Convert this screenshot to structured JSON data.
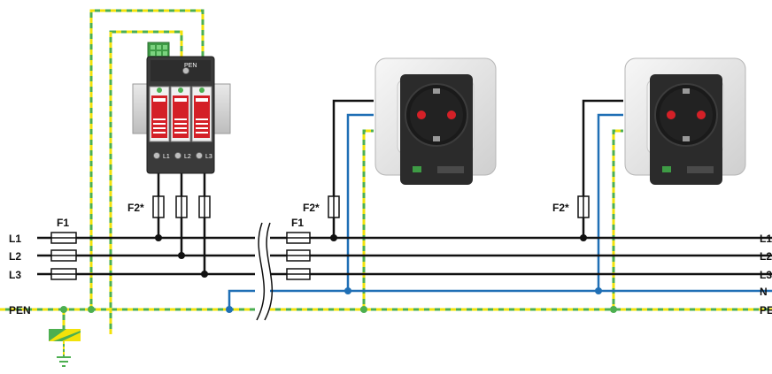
{
  "labels": {
    "left": {
      "l1": "L1",
      "l2": "L2",
      "l3": "L3",
      "pen": "PEN"
    },
    "right": {
      "l1": "L1",
      "l2": "L2",
      "l3": "L3",
      "n": "N",
      "pe": "PE"
    },
    "fuse_main_left": "F1",
    "fuse_main_mid": "F1",
    "fuse_spd": "F2*",
    "fuse_outlet_1": "F2*",
    "fuse_outlet_2": "F2*",
    "spd_top": "PEN",
    "spd_pole_1": "L1",
    "spd_pole_2": "L2",
    "spd_pole_3": "L3"
  },
  "colors": {
    "phase": "#111111",
    "neutral": "#1f6fb5",
    "pe_green": "#4caf50",
    "pe_yellow": "#f2e20a",
    "spd_red": "#d42027",
    "spd_body": "#3a3a3a",
    "socket_plate": "#e6e6e6"
  },
  "icons": [
    "surge-arrester-icon",
    "schuko-socket-icon",
    "earth-ground-icon",
    "equipotential-bar-icon"
  ]
}
